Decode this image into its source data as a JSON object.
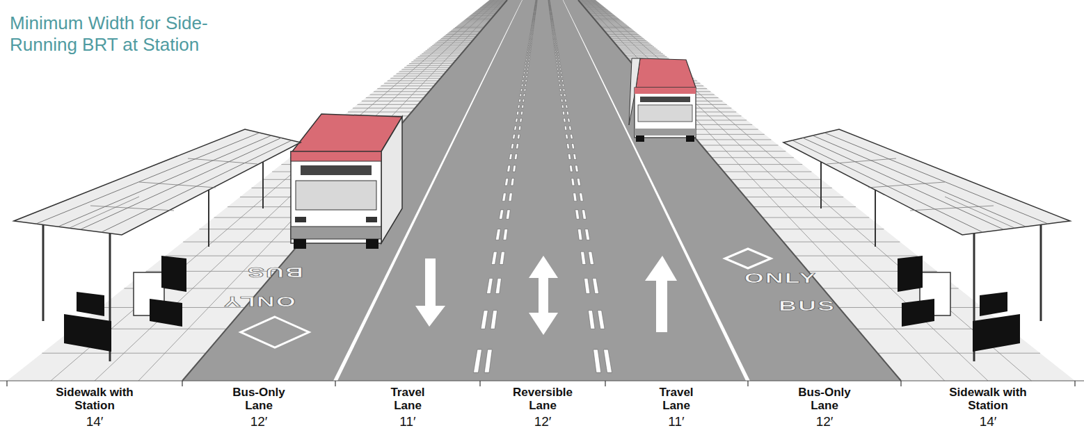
{
  "diagram": {
    "title": "Minimum Width for Side-Running BRT at Station",
    "labels": [
      "BUS",
      "ONLY",
      "ONLY",
      "BUS",
      "Sidewalk with Station",
      "14′",
      "Bus-Only Lane",
      "12′",
      "Travel Lane",
      "11′",
      "Reversible Lane",
      "12′",
      "Travel Lane",
      "11′",
      "Bus-Only Lane",
      "12′",
      "Sidewalk with Station",
      "14′"
    ]
  }
}
